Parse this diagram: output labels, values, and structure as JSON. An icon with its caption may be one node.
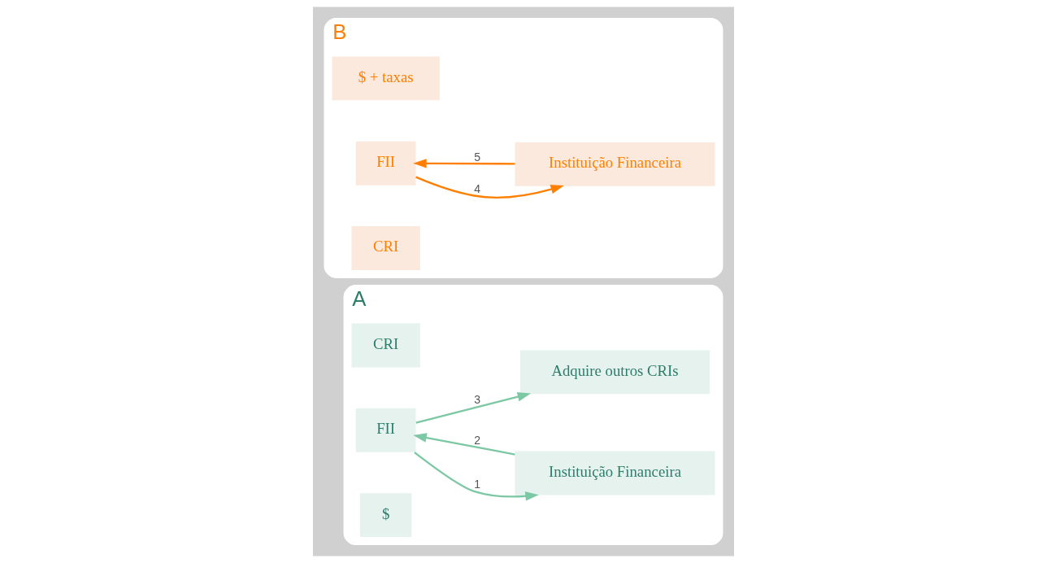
{
  "diagram": {
    "nodes": [
      {
        "text": [
          "A"
        ]
      },
      {
        "text": [
          "CRI"
        ],
        "in": 0
      },
      {
        "text": [
          "FII"
        ],
        "in": 0
      },
      {
        "text": [
          "Instituição Financeira"
        ],
        "in": 0
      },
      {
        "text": [
          "$"
        ],
        "in": 0
      },
      {
        "text": [
          "Adquire outros CRIs"
        ],
        "in": 0
      },
      {
        "text": [
          "B"
        ]
      },
      {
        "text": [
          "$ + taxas"
        ],
        "in": 6
      },
      {
        "text": [
          "FII"
        ],
        "in": 6
      },
      {
        "text": [
          "Instituição Financeira"
        ],
        "in": 6
      },
      {
        "text": [
          "CRI"
        ],
        "in": 6
      }
    ],
    "edges": [
      {
        "from": 2,
        "to": 3,
        "arrow": "to",
        "label": "1",
        "color": "#7cc8a4"
      },
      {
        "from": 3,
        "to": 2,
        "arrow": "to",
        "label": "2",
        "color": "#7cc8a4"
      },
      {
        "from": 2,
        "to": 5,
        "arrow": "to",
        "label": "3",
        "color": "#7cc8a4"
      },
      {
        "from": 8,
        "to": 9,
        "arrow": "to",
        "label": "4",
        "color": "#ff7f00"
      },
      {
        "from": 9,
        "to": 8,
        "arrow": "to",
        "label": "5",
        "color": "#ff7f00"
      }
    ]
  }
}
